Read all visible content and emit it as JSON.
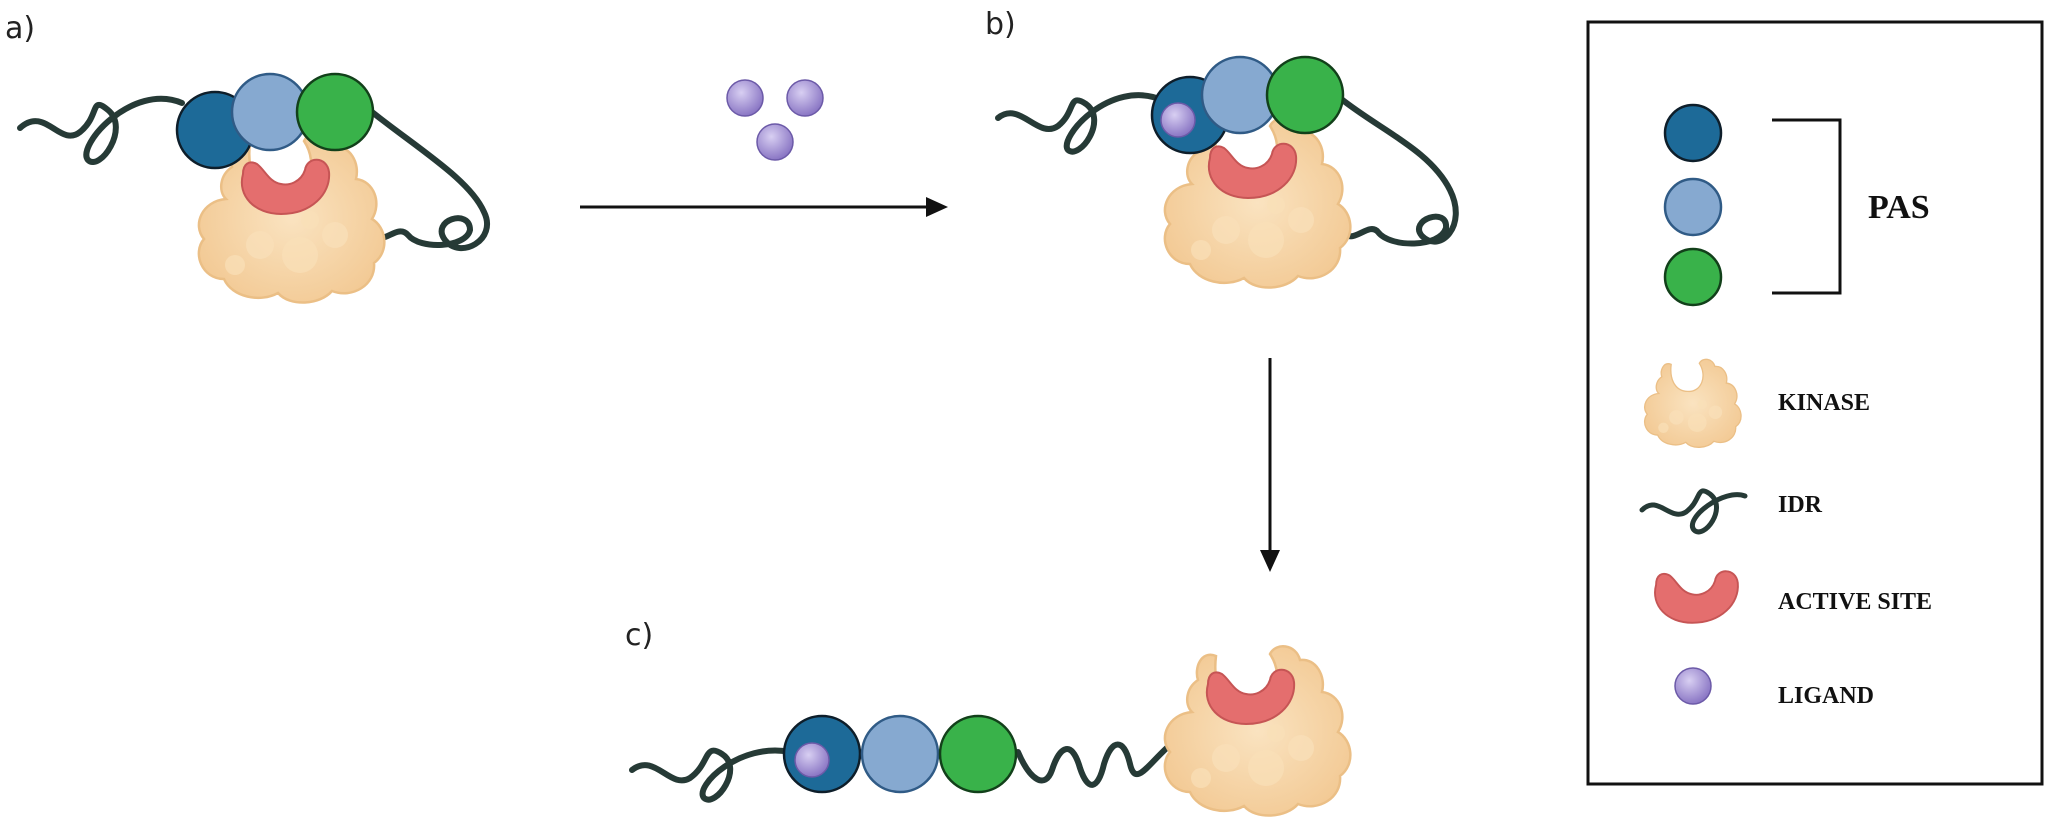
{
  "panels": {
    "a": {
      "label": "a)"
    },
    "b": {
      "label": "b)"
    },
    "c": {
      "label": "c)"
    }
  },
  "legend": {
    "pas_label": "PAS",
    "items": [
      {
        "key": "kinase",
        "label": "KINASE"
      },
      {
        "key": "idr",
        "label": "IDR"
      },
      {
        "key": "active_site",
        "label": "ACTIVE SITE"
      },
      {
        "key": "ligand",
        "label": "LIGAND"
      }
    ]
  },
  "colors": {
    "pas_dark": "#1d6a98",
    "pas_light": "#86a9d0",
    "pas_green": "#39b24a",
    "kinase": "#f6d3a2",
    "active_site": "#e46e6e",
    "ligand": "#9b87cf",
    "idr": "#263a36"
  }
}
